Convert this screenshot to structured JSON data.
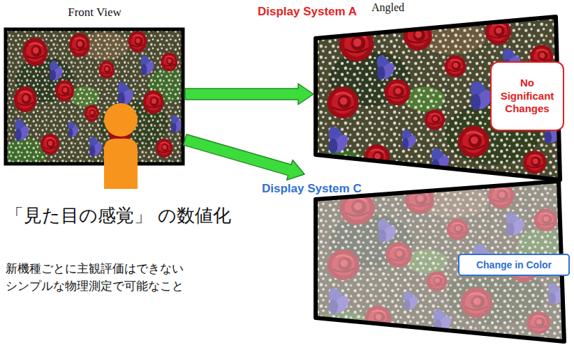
{
  "diagram": {
    "nodes": [
      {
        "text": [
          "Front View"
        ]
      },
      {
        "text": [
          "Display System A"
        ]
      },
      {
        "text": [
          "Display System C"
        ]
      },
      {
        "text": [
          "No Significant Changes"
        ]
      },
      {
        "text": [
          "Change in Color"
        ]
      }
    ],
    "edges": [
      {
        "from": 0,
        "to": 1,
        "arrow": "to"
      },
      {
        "from": 0,
        "to": 2,
        "arrow": "to"
      }
    ],
    "labels": [
      "Angled",
      "「見た目の感覚」 の数値化",
      "新機種ごとに主観評価はできない",
      "シンプルな物理測定で可能なこと"
    ]
  }
}
